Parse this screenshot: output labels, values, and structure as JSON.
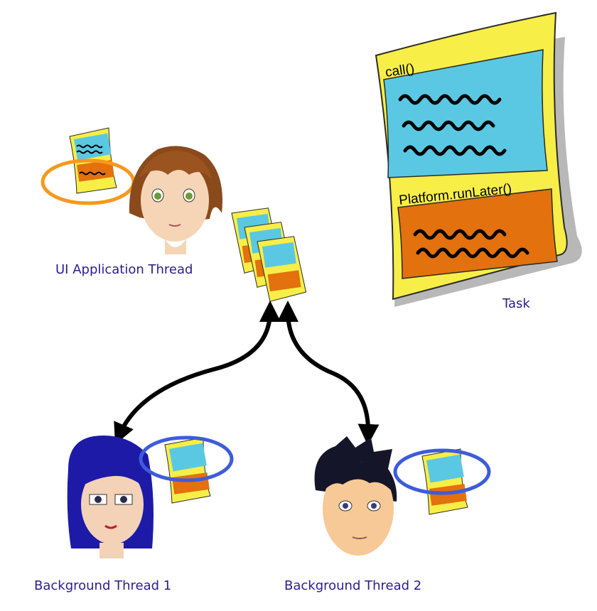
{
  "labels": {
    "ui_thread": "UI Application Thread",
    "task": "Task",
    "bg_thread_1": "Background Thread 1",
    "bg_thread_2": "Background Thread 2"
  },
  "task_doc": {
    "section_1": "call()",
    "section_2": "Platform.runLater()"
  },
  "colors": {
    "label_text": "#2e1b8f",
    "paper": "#f7ee47",
    "paper_edge": "#2b2b2b",
    "panel_blue": "#5ac8e3",
    "panel_orange": "#e3710d",
    "ring_orange": "#f7981d",
    "ring_blue": "#3d5cdb",
    "arrow": "#000000"
  }
}
